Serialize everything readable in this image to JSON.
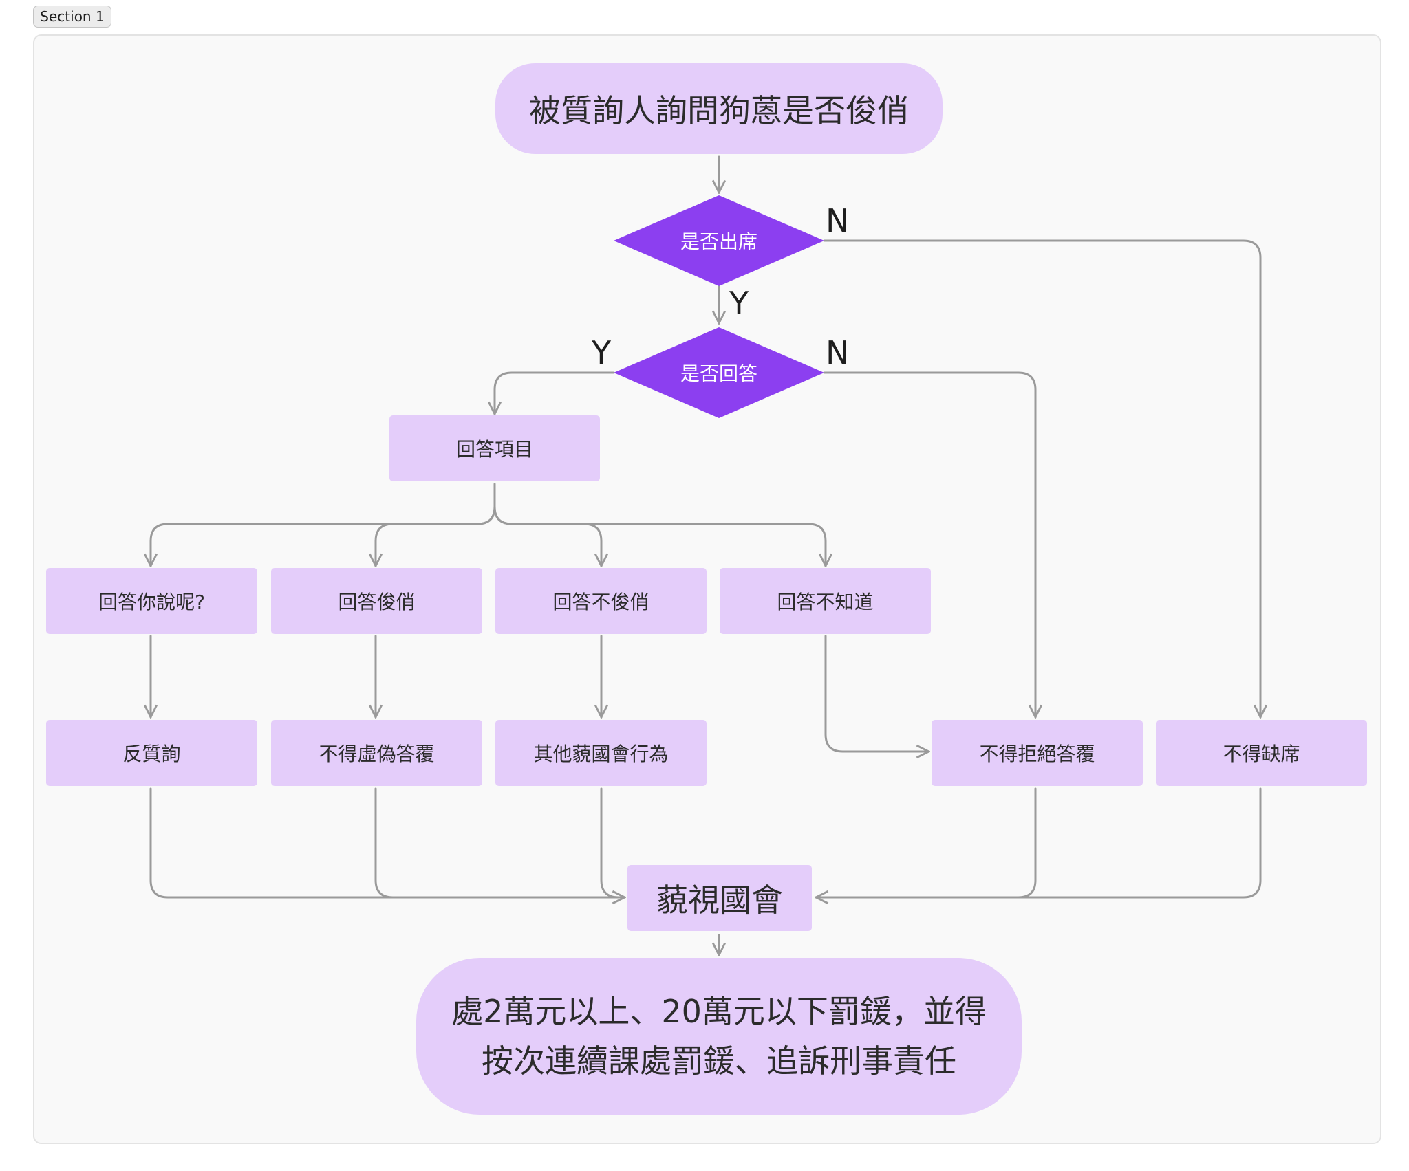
{
  "section": {
    "label": "Section 1"
  },
  "flow": {
    "start": "被質詢人詢問狗蒽是否俊俏",
    "decisions": {
      "attend": "是否出席",
      "answer": "是否回答"
    },
    "edge_labels": {
      "attend_no": "N",
      "attend_yes": "Y",
      "answer_yes": "Y",
      "answer_no": "N"
    },
    "answer_items": "回答項目",
    "answers": [
      "回答你說呢?",
      "回答俊俏",
      "回答不俊俏",
      "回答不知道"
    ],
    "violations": [
      "反質詢",
      "不得虛偽答覆",
      "其他藐國會行為",
      "不得拒絕答覆",
      "不得缺席"
    ],
    "contempt": "藐視國會",
    "penalty": [
      "處2萬元以上、20萬元以下罰鍰，並得",
      "按次連續課處罰鍰、追訴刑事責任"
    ]
  },
  "colors": {
    "node_fill": "#e4cdfa",
    "decision_fill": "#8c3ff0",
    "connector": "#9a9a9a",
    "frame_bg": "#f9f9f9"
  }
}
